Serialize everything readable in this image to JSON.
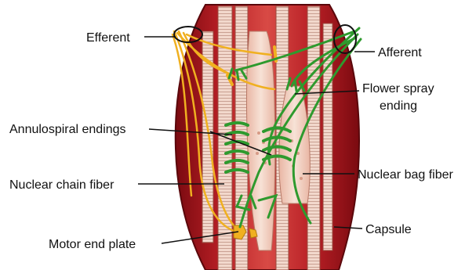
{
  "labels": {
    "efferent": "Efferent",
    "afferent": "Afferent",
    "flower_spray_line1": "Flower spray",
    "flower_spray_line2": "ending",
    "annulospiral": "Annulospiral endings",
    "nuclear_chain": "Nuclear chain fiber",
    "nuclear_bag": "Nuclear bag fiber",
    "motor_end_plate": "Motor end plate",
    "capsule": "Capsule"
  },
  "colors": {
    "muscle_dark": "#8e0f14",
    "muscle_mid": "#c0262a",
    "muscle_light": "#e2706b",
    "fiber_pale": "#f3d6c6",
    "nerve_motor": "#f0b020",
    "nerve_sensory": "#2e9a2e",
    "leader_line": "#111111"
  }
}
